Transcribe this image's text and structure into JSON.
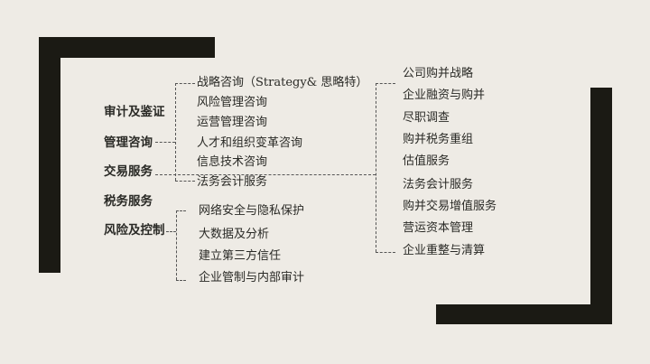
{
  "colors": {
    "background": "#eeebe5",
    "frame": "#1b1a14",
    "text": "#2a2a26",
    "connector": "#555555"
  },
  "categories": [
    {
      "label": "审计及鉴证"
    },
    {
      "label": "管理咨询"
    },
    {
      "label": "交易服务"
    },
    {
      "label": "税务服务"
    },
    {
      "label": "风险及控制"
    }
  ],
  "management_consulting": {
    "items": [
      {
        "label": "战略咨询（Strategy& 思略特）"
      },
      {
        "label": "风险管理咨询"
      },
      {
        "label": "运营管理咨询"
      },
      {
        "label": "人才和组织变革咨询"
      },
      {
        "label": "信息技术咨询"
      },
      {
        "label": "法务会计服务"
      }
    ]
  },
  "risk_control": {
    "items": [
      {
        "label": "网络安全与隐私保护"
      },
      {
        "label": "大数据及分析"
      },
      {
        "label": "建立第三方信任"
      },
      {
        "label": "企业管制与内部审计"
      }
    ]
  },
  "transaction_services": {
    "items": [
      {
        "label": "公司购并战略"
      },
      {
        "label": "企业融资与购并"
      },
      {
        "label": "尽职调查"
      },
      {
        "label": "购并税务重组"
      },
      {
        "label": "估值服务"
      },
      {
        "label": "法务会计服务"
      },
      {
        "label": "购并交易增值服务"
      },
      {
        "label": "营运资本管理"
      },
      {
        "label": "企业重整与清算"
      }
    ]
  }
}
